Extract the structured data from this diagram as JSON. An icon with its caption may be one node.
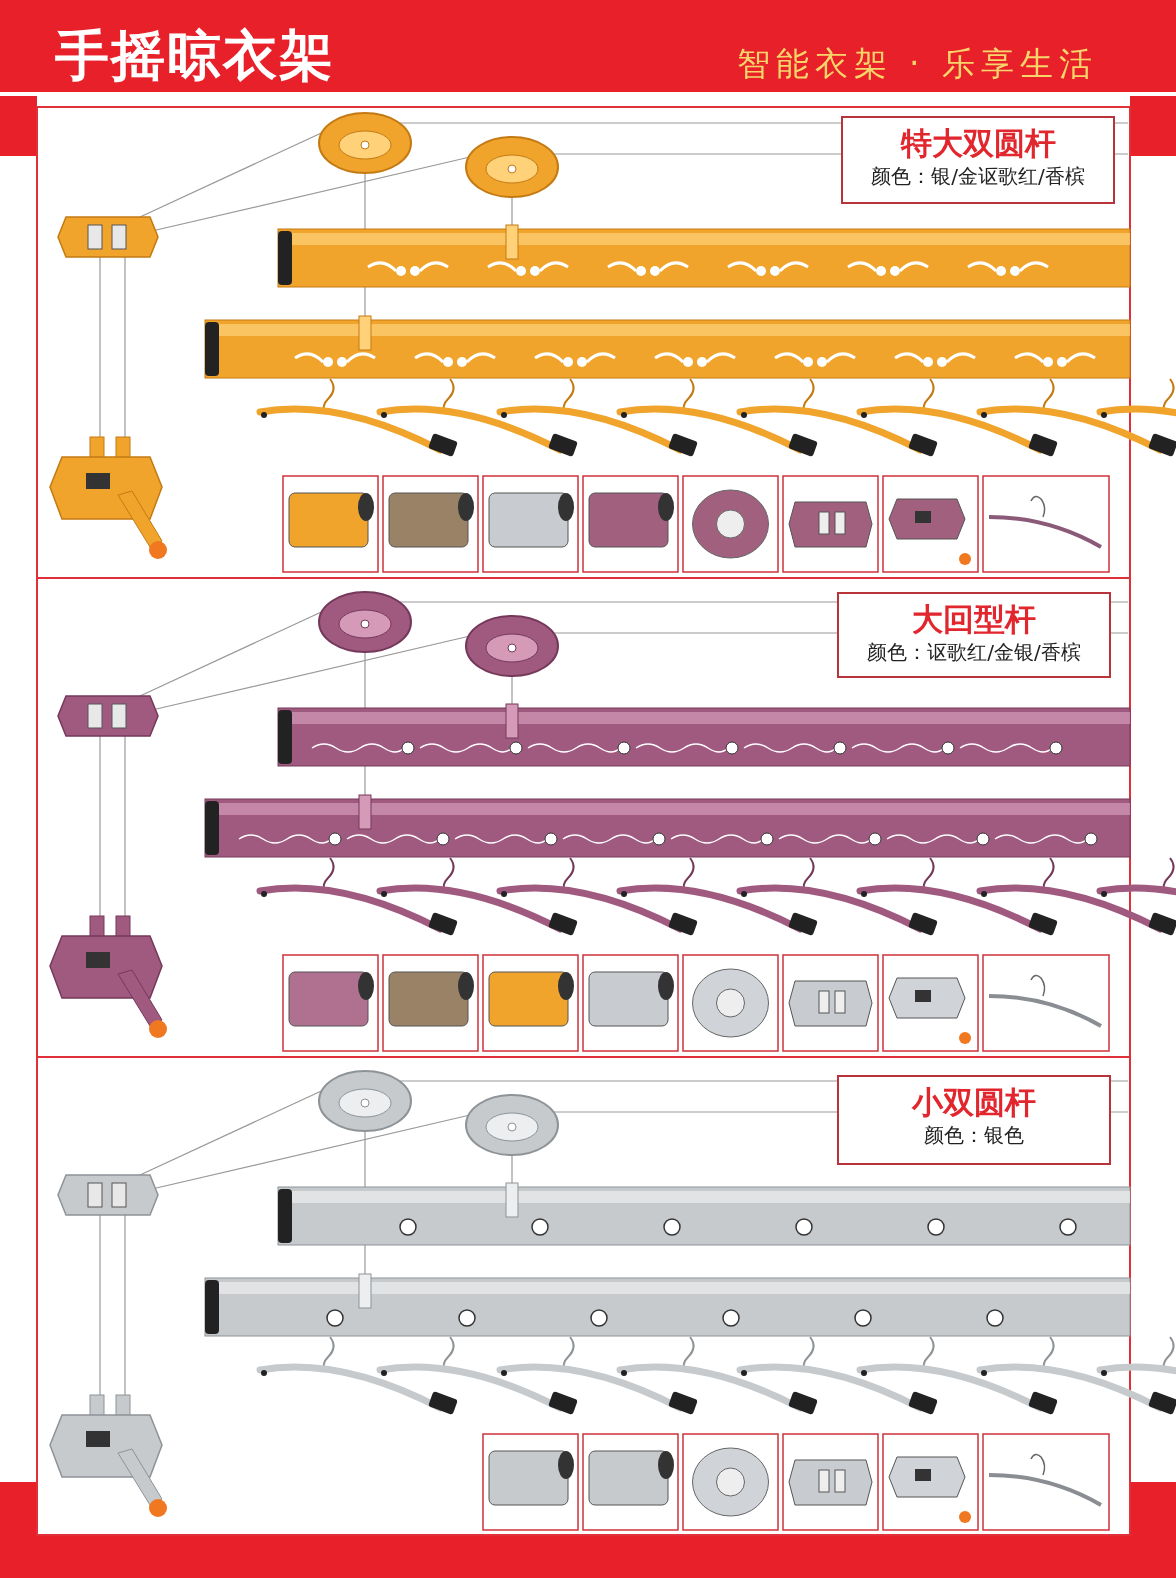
{
  "diagram": {
    "title": "手摇晾衣架",
    "nodes": [
      {
        "text": [
          "特大双圆杆",
          "颜色：银/金讴歌红/香槟"
        ]
      },
      {
        "text": [
          "大回型杆",
          "颜色：讴歌红/金银/香槟"
        ]
      },
      {
        "text": [
          "小双圆杆",
          "颜色：银色"
        ]
      }
    ],
    "labels": [
      "智能衣架 · 乐享生活"
    ]
  }
}
